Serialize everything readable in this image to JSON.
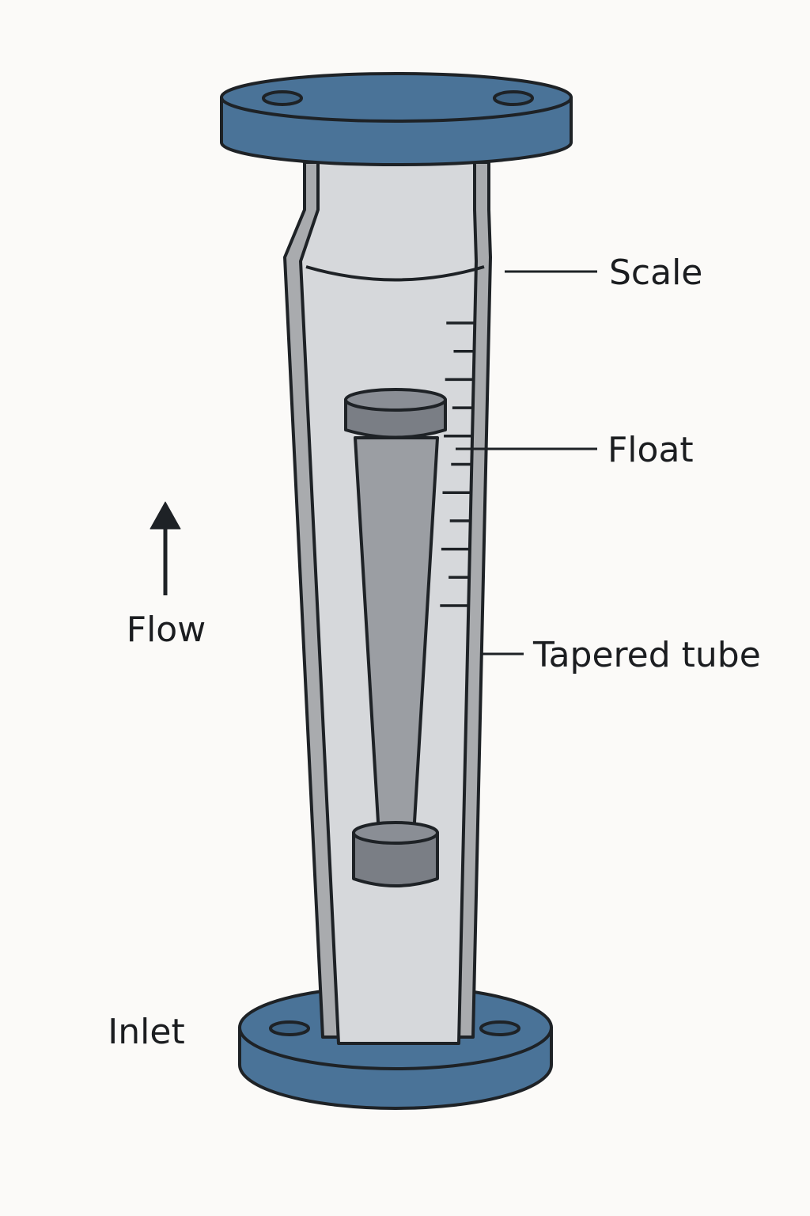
{
  "title": "Rotameter (variable area flow meter)",
  "labels": {
    "scale": "Scale",
    "float": "Float",
    "tapered_tube": "Tapered tube",
    "flow": "Flow",
    "inlet": "Inlet"
  },
  "colors": {
    "flange": "#4a7398",
    "outline": "#1e2226",
    "tube": "#d6d8db",
    "wall": "#a9abae",
    "float_cap": "#7a7e85",
    "float_stem": "#9b9ea3",
    "background": "#fbfaf8"
  },
  "scale_tick_count": 11
}
